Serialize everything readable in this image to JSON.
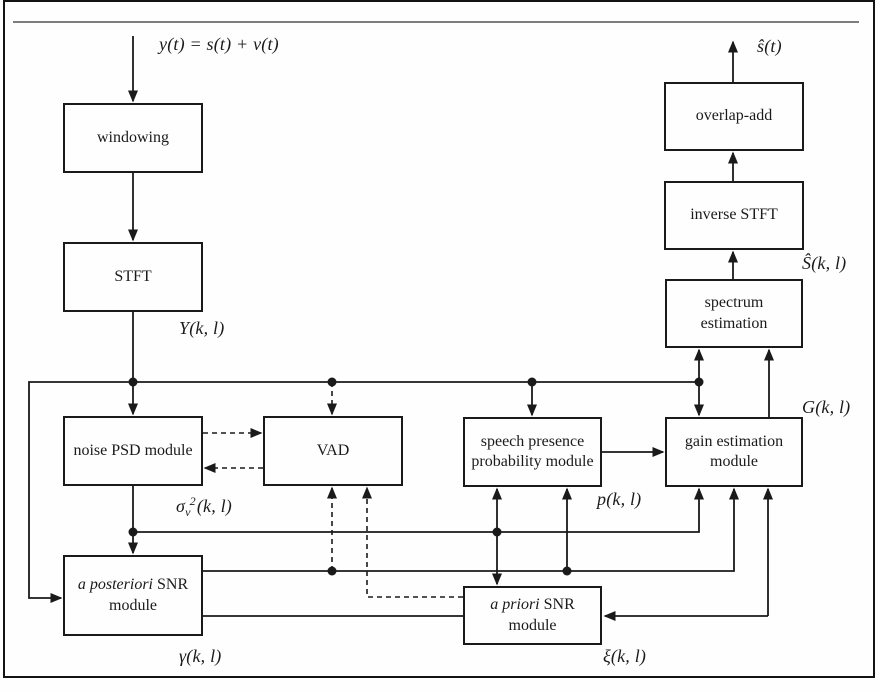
{
  "figure": {
    "description": "speech enhancement block diagram",
    "line_color": "#1a1a1a",
    "rule_color": "#7d7d7d",
    "nodes": {
      "windowing": {
        "label": "windowing"
      },
      "stft": {
        "label": "STFT"
      },
      "noise_psd": {
        "label": "noise PSD module"
      },
      "vad": {
        "label": "VAD"
      },
      "a_posteriori": {
        "line1_em": "a posteriori",
        "line1_rest": " SNR",
        "line2": "module"
      },
      "spp": {
        "line1": "speech presence",
        "line2": "probability module"
      },
      "a_priori": {
        "line1_em": "a priori",
        "line1_rest": " SNR",
        "line2": "module"
      },
      "gain": {
        "line1": "gain estimation",
        "line2": "module"
      },
      "spectrum": {
        "line1": "spectrum",
        "line2": "estimation"
      },
      "inverse_stft": {
        "label": "inverse STFT"
      },
      "overlap_add": {
        "label": "overlap-add"
      }
    },
    "signals": {
      "input": "y(t) = s(t) + v(t)",
      "output": "ŝ(t)",
      "stft_output": "Y(k, l)",
      "noise_psd_output": {
        "base": "σ",
        "sub": "v",
        "sup": "2",
        "args": "(k, l)"
      },
      "a_posteriori_output": "γ(k, l)",
      "spp_output": "p(k, l)",
      "a_priori_output": "ξ(k, l)",
      "gain_output": "G(k, l)",
      "spectrum_output": "Ŝ(k, l)"
    }
  }
}
